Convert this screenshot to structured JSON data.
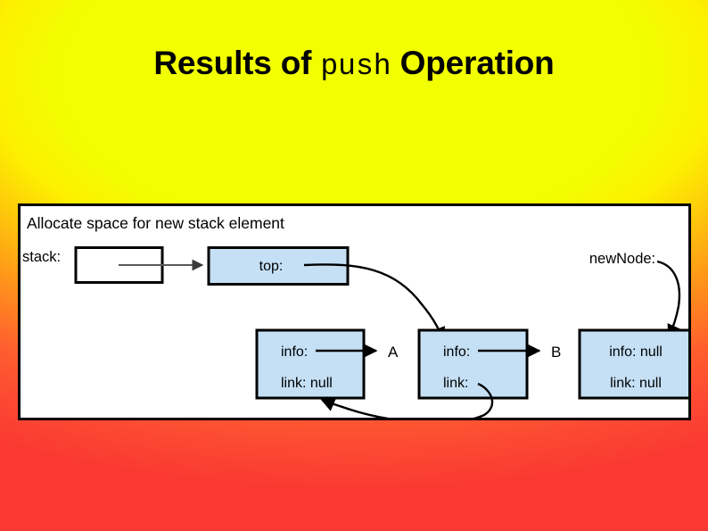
{
  "slide": {
    "title_prefix": "Results of ",
    "title_mono": "push",
    "title_suffix": " Operation",
    "background_center_color": "#F2FF00",
    "background_edge_color": "#FA3A32"
  },
  "diagram": {
    "caption": "Allocate space for new stack element",
    "panel_bg_color": "#FFFFFF",
    "panel_border_color": "#000000",
    "node_fill_color": "#C5E0F5",
    "variables": [
      {
        "name": "stack-var",
        "label": "stack:"
      },
      {
        "name": "newnode-var",
        "label": "newNode:"
      }
    ],
    "stack_box": {
      "label": "",
      "filled": false
    },
    "top_box": {
      "label": "top:",
      "filled": true
    },
    "nodes": [
      {
        "id": "node-a",
        "info_label": "info:",
        "info_value": "A",
        "link_label": "link: null",
        "filled": true
      },
      {
        "id": "node-b",
        "info_label": "info:",
        "info_value": "B",
        "link_label": "link:",
        "filled": true
      },
      {
        "id": "node-new",
        "info_label": "info: null",
        "info_value": "",
        "link_label": "link: null",
        "filled": true
      }
    ]
  }
}
